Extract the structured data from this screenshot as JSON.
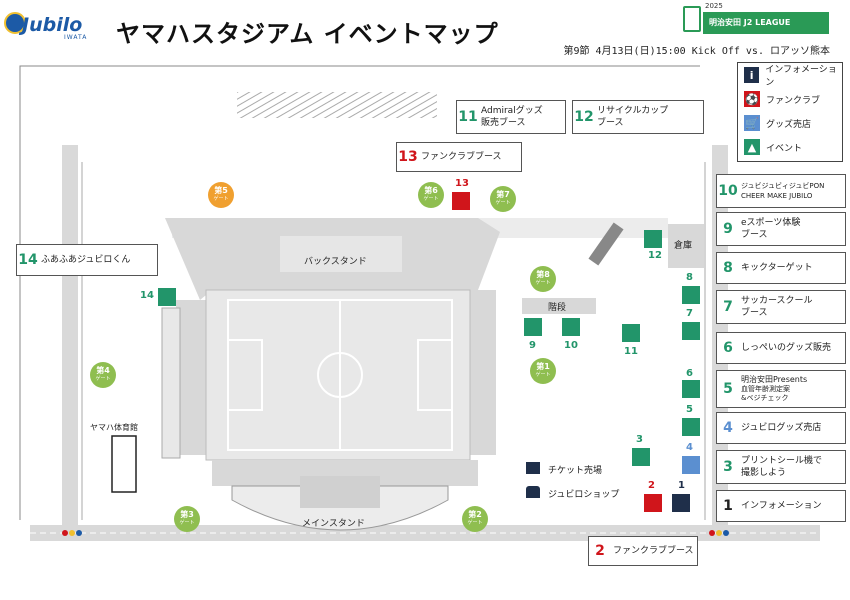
{
  "header": {
    "brand": "Jubilo",
    "brand_sub": "IWATA",
    "title": "ヤマハスタジアム イベントマップ",
    "match_info": "第9節 4月13日(日)15:00 Kick Off vs. ロアッソ熊本",
    "league_year": "2025",
    "league_name": "明治安田 J2 LEAGUE"
  },
  "legend": {
    "items": [
      {
        "icon": "info-icon",
        "label": "インフォメーション",
        "color": "#1f2f4a"
      },
      {
        "icon": "fanclub-icon",
        "label": "ファンクラブ",
        "color": "#d0151b"
      },
      {
        "icon": "goods-cart-icon",
        "label": "グッズ売店",
        "color": "#5b8fd0"
      },
      {
        "icon": "event-tent-icon",
        "label": "イベント",
        "color": "#22956a"
      }
    ]
  },
  "booths": {
    "b11": {
      "num": "11",
      "label1": "Admiralグッズ",
      "label2": "販売ブース"
    },
    "b12": {
      "num": "12",
      "label1": "リサイクルカップ",
      "label2": "ブース"
    },
    "b13": {
      "num": "13",
      "label1": "ファンクラブブース"
    },
    "b14": {
      "num": "14",
      "label1": "ふあふあジュビロくん"
    },
    "b10": {
      "num": "10",
      "label1": "ジュビジュビィジュビPON",
      "label2": "CHEER MAKE JUBILO"
    },
    "b9": {
      "num": "9",
      "label1": "eスポーツ体験",
      "label2": "ブース"
    },
    "b8": {
      "num": "8",
      "label1": "キックターゲット"
    },
    "b7": {
      "num": "7",
      "label1": "サッカースクール",
      "label2": "ブース"
    },
    "b6": {
      "num": "6",
      "label1": "しっぺいのグッズ販売"
    },
    "b5": {
      "num": "5",
      "label1": "明治安田Presents",
      "label2": "血管年齢測定案",
      "label3": "&ベジチェック"
    },
    "b4": {
      "num": "4",
      "label1": "ジュビログッズ売店"
    },
    "b3": {
      "num": "3",
      "label1": "プリントシール機で",
      "label2": "撮影しよう"
    },
    "b1": {
      "num": "1",
      "label1": "インフォメーション"
    },
    "b2": {
      "num": "2",
      "label1": "ファンクラブブース"
    }
  },
  "map": {
    "back_stand": "バックスタンド",
    "main_stand": "メインスタンド",
    "warehouse": "倉庫",
    "stairs": "階段",
    "gym": "ヤマハ体育館",
    "ticket": "チケット売場",
    "shop": "ジュビロショップ",
    "gate_word": "ゲート",
    "gates": [
      "第1",
      "第2",
      "第3",
      "第4",
      "第5",
      "第6",
      "第7",
      "第8"
    ],
    "tent_nums": {
      "t14": "14",
      "t12": "12",
      "t8": "8",
      "t7": "7",
      "t9": "9",
      "t10": "10",
      "t11": "11",
      "t6": "6",
      "t5": "5",
      "t4": "4",
      "t3": "3",
      "t13": "13",
      "t2": "2",
      "t1": "1"
    }
  },
  "colors": {
    "event": "#22956a",
    "fanclub": "#d0151b",
    "goods": "#5b8fd0",
    "info": "#1f2f4a",
    "gate_orange": "#f0a030",
    "gate_green": "#8fbe50"
  }
}
